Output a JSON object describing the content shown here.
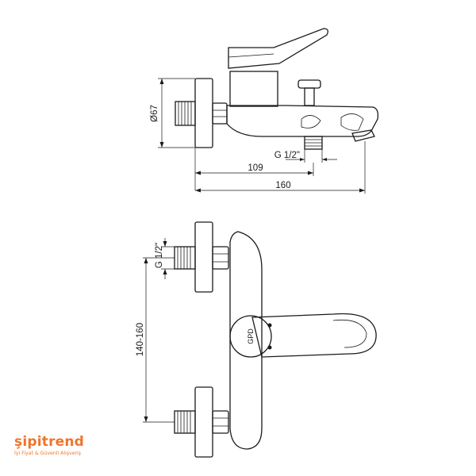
{
  "drawing": {
    "side_view": {
      "dim_diameter": "Ø67",
      "dim_thread": "G 1/2\"",
      "dim_inner_length": "109",
      "dim_total_length": "160"
    },
    "front_view": {
      "dim_thread": "G 1/2\"",
      "dim_spacing": "140-160",
      "knob_mark": "GPD"
    }
  },
  "brand": {
    "name": "şipitrend",
    "tagline": "İyi Fiyat & Güvenli Alışveriş",
    "color": "#f0742b"
  }
}
